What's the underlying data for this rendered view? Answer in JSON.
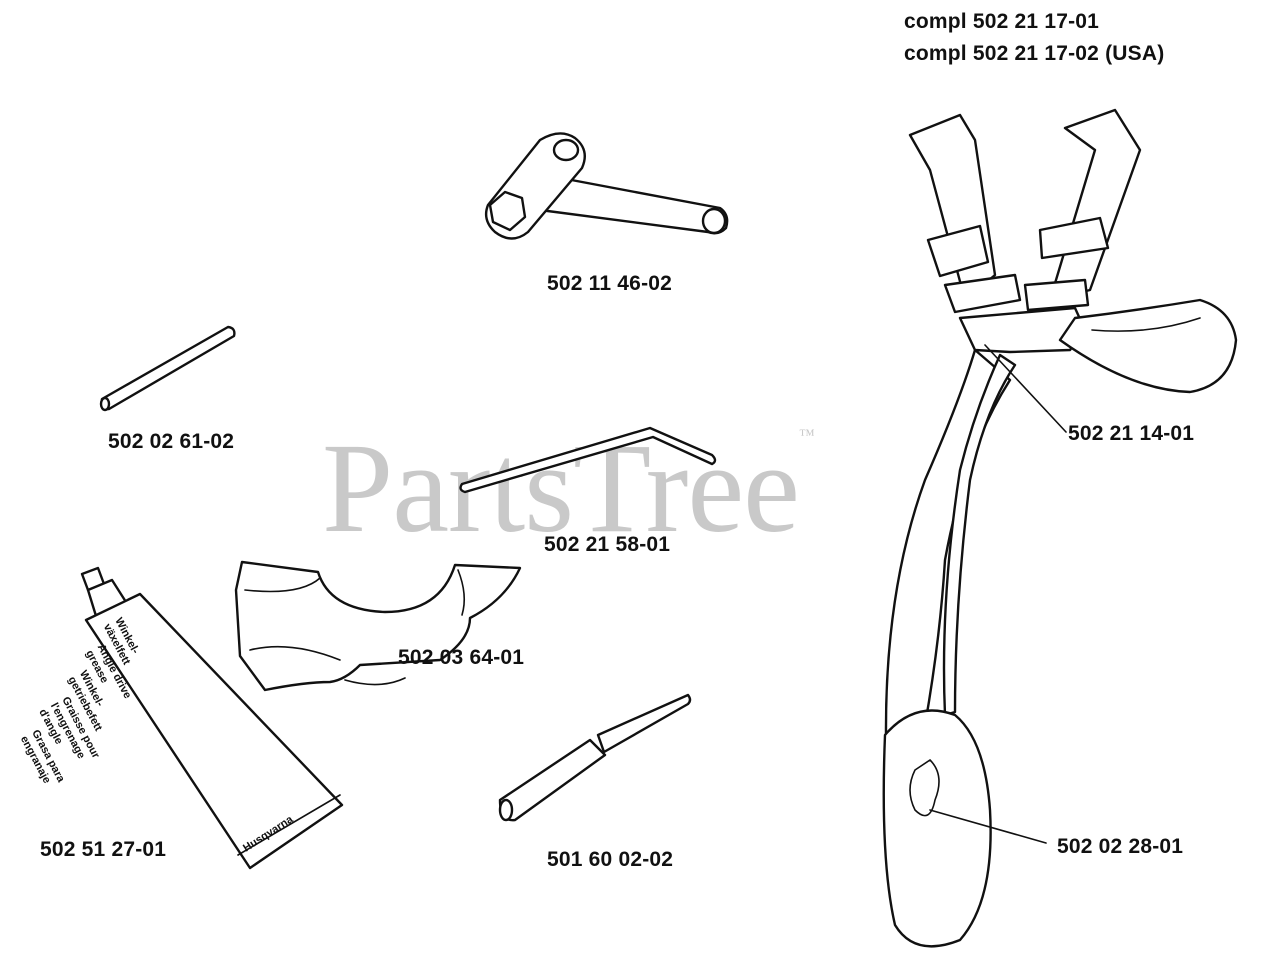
{
  "watermark": {
    "text": "PartsTree",
    "mark": "™"
  },
  "labels": {
    "compl_1": "compl 502 21 17-01",
    "compl_2": "compl 502 21 17-02 (USA)",
    "wrench": "502 11 46-02",
    "pin": "502 02 61-02",
    "hex_key": "502 21 58-01",
    "harness_clip": "502 21 14-01",
    "guard": "502 03 64-01",
    "grease": "502 51 27-01",
    "file": "501 60 02-02",
    "hip_pad": "502 02 28-01"
  },
  "tube_text": {
    "line1": "Winkel-",
    "line2": "växelfett",
    "line3": "Angle drive",
    "line4": "grease",
    "line5": "Winkel-",
    "line6": "getriebefett",
    "line7": "Graisse pour",
    "line8": "l'engrenage",
    "line9": "d'angle",
    "line10": "Grasa para",
    "line11": "engranaje",
    "brand": "Husqvarna"
  },
  "icons": [
    "wrench-icon",
    "pin-icon",
    "hex-key-icon",
    "guard-icon",
    "grease-tube-icon",
    "file-icon",
    "harness-icon"
  ]
}
